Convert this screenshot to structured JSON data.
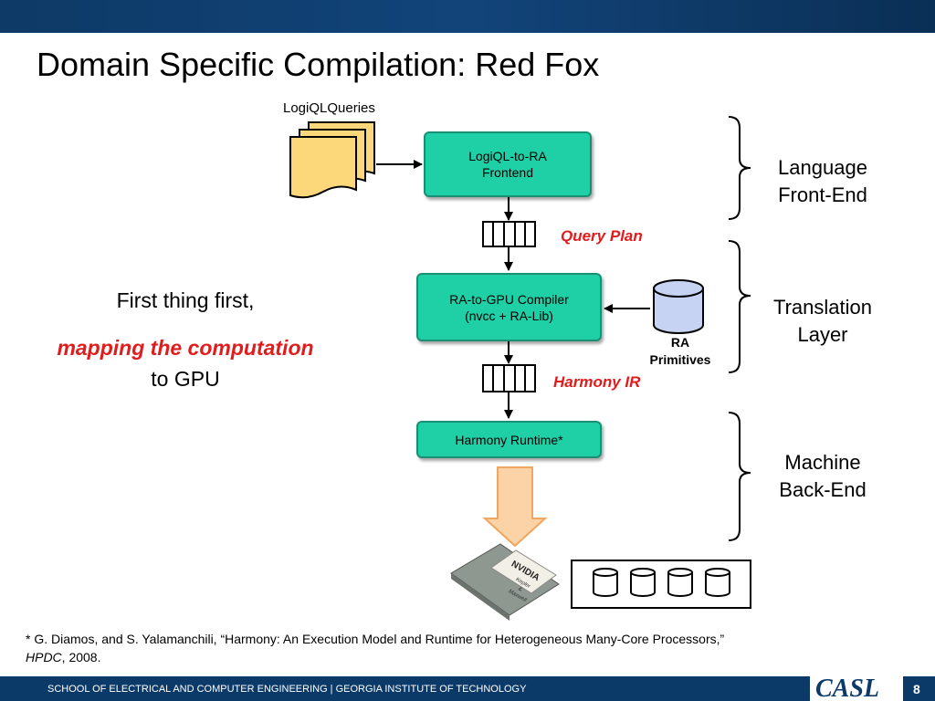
{
  "slide": {
    "title": "Domain Specific Compilation: Red Fox",
    "page_number": "8"
  },
  "diagram": {
    "input_label": "LogiQLQueries",
    "box_frontend_line1": "LogiQL-to-RA",
    "box_frontend_line2": "Frontend",
    "query_plan_label": "Query Plan",
    "box_compiler_line1": "RA-to-GPU Compiler",
    "box_compiler_line2": "(nvcc + RA-Lib)",
    "ra_primitives_line1": "RA",
    "ra_primitives_line2": "Primitives",
    "harmony_ir_label": "Harmony IR",
    "box_runtime": "Harmony Runtime*",
    "chip_text_line1": "NVIDIA",
    "chip_text_line2": "Kepler",
    "chip_text_line3": "&",
    "chip_text_line4": "Maxwell"
  },
  "stages": {
    "language_line1": "Language",
    "language_line2": "Front-End",
    "translation_line1": "Translation",
    "translation_line2": "Layer",
    "machine_line1": "Machine",
    "machine_line2": "Back-End"
  },
  "left_text": {
    "line1": "First thing first,",
    "line2": "mapping the computation",
    "line3": "to GPU"
  },
  "footnote": {
    "text_before_italic": "* G. Diamos, and S. Yalamanchili, “Harmony: An Execution Model and Runtime for Heterogeneous Many-Core Processors,”",
    "italic": "HPDC",
    "text_after_italic": ", 2008."
  },
  "footer": {
    "school_text": "SCHOOL OF ELECTRICAL AND COMPUTER ENGINEERING | GEORGIA INSTITUTE OF TECHNOLOGY",
    "logo_text": "CASL"
  },
  "colors": {
    "header_blue": "#0c3a68",
    "box_green": "#1fd0a6",
    "accent_red": "#e11c1c",
    "document_yellow": "#fdd87a"
  }
}
